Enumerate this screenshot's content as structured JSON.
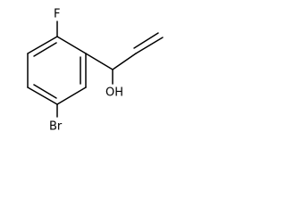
{
  "molecule": {
    "atoms": {
      "fluorine": "F",
      "bromine": "Br",
      "hydroxyl": "OH"
    },
    "colors": {
      "bond": "#000000",
      "label": "#000000",
      "background": "#ffffff"
    }
  }
}
